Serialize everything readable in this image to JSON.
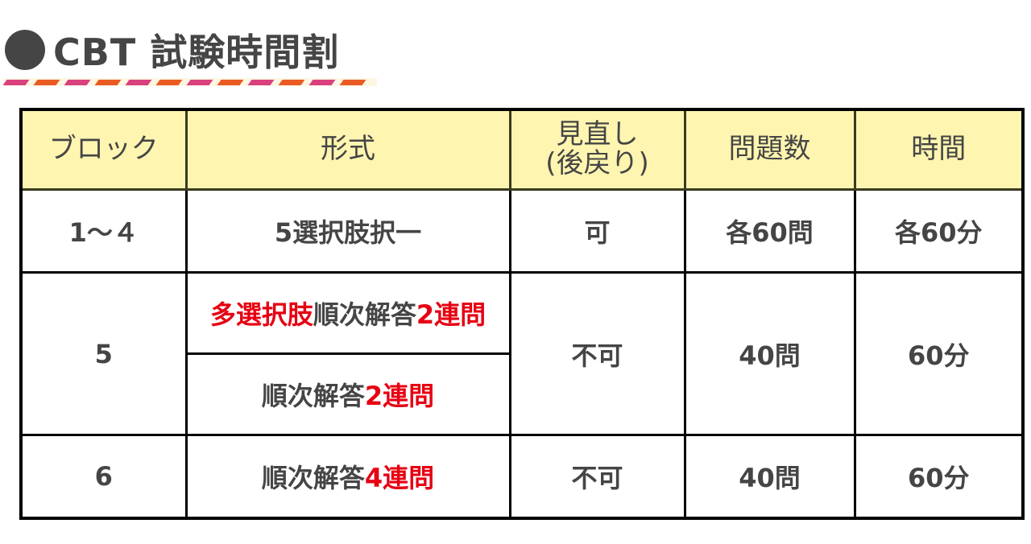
{
  "header": {
    "title": "CBT 試験時間割",
    "bullet_color": "#454545",
    "dash_colors": [
      "#d9407e",
      "#ea5b24"
    ]
  },
  "table": {
    "columns": [
      "ブロック",
      "形式",
      "見直し",
      "(後戻り)",
      "問題数",
      "時間"
    ],
    "header_bg": "#fdf5b0",
    "accent_red": "#e60012",
    "rows": [
      {
        "block": "1〜４",
        "format": [
          {
            "text": "5選択肢択一",
            "red": false
          }
        ],
        "review": "可",
        "review_red": false,
        "questions": "各60問",
        "time": "各60分"
      },
      {
        "block": "5",
        "format_a": [
          {
            "text": "多選択肢",
            "red": true
          },
          {
            "text": "順次解答",
            "red": false
          },
          {
            "text": "2連問",
            "red": true
          }
        ],
        "format_b": [
          {
            "text": "順次解答",
            "red": false
          },
          {
            "text": "2連問",
            "red": true
          }
        ],
        "review": "不可",
        "review_red": true,
        "questions": "40問",
        "time": "60分"
      },
      {
        "block": "6",
        "format": [
          {
            "text": "順次解答",
            "red": false
          },
          {
            "text": "4連問",
            "red": true
          }
        ],
        "review": "不可",
        "review_red": true,
        "questions": "40問",
        "time": "60分"
      }
    ]
  }
}
